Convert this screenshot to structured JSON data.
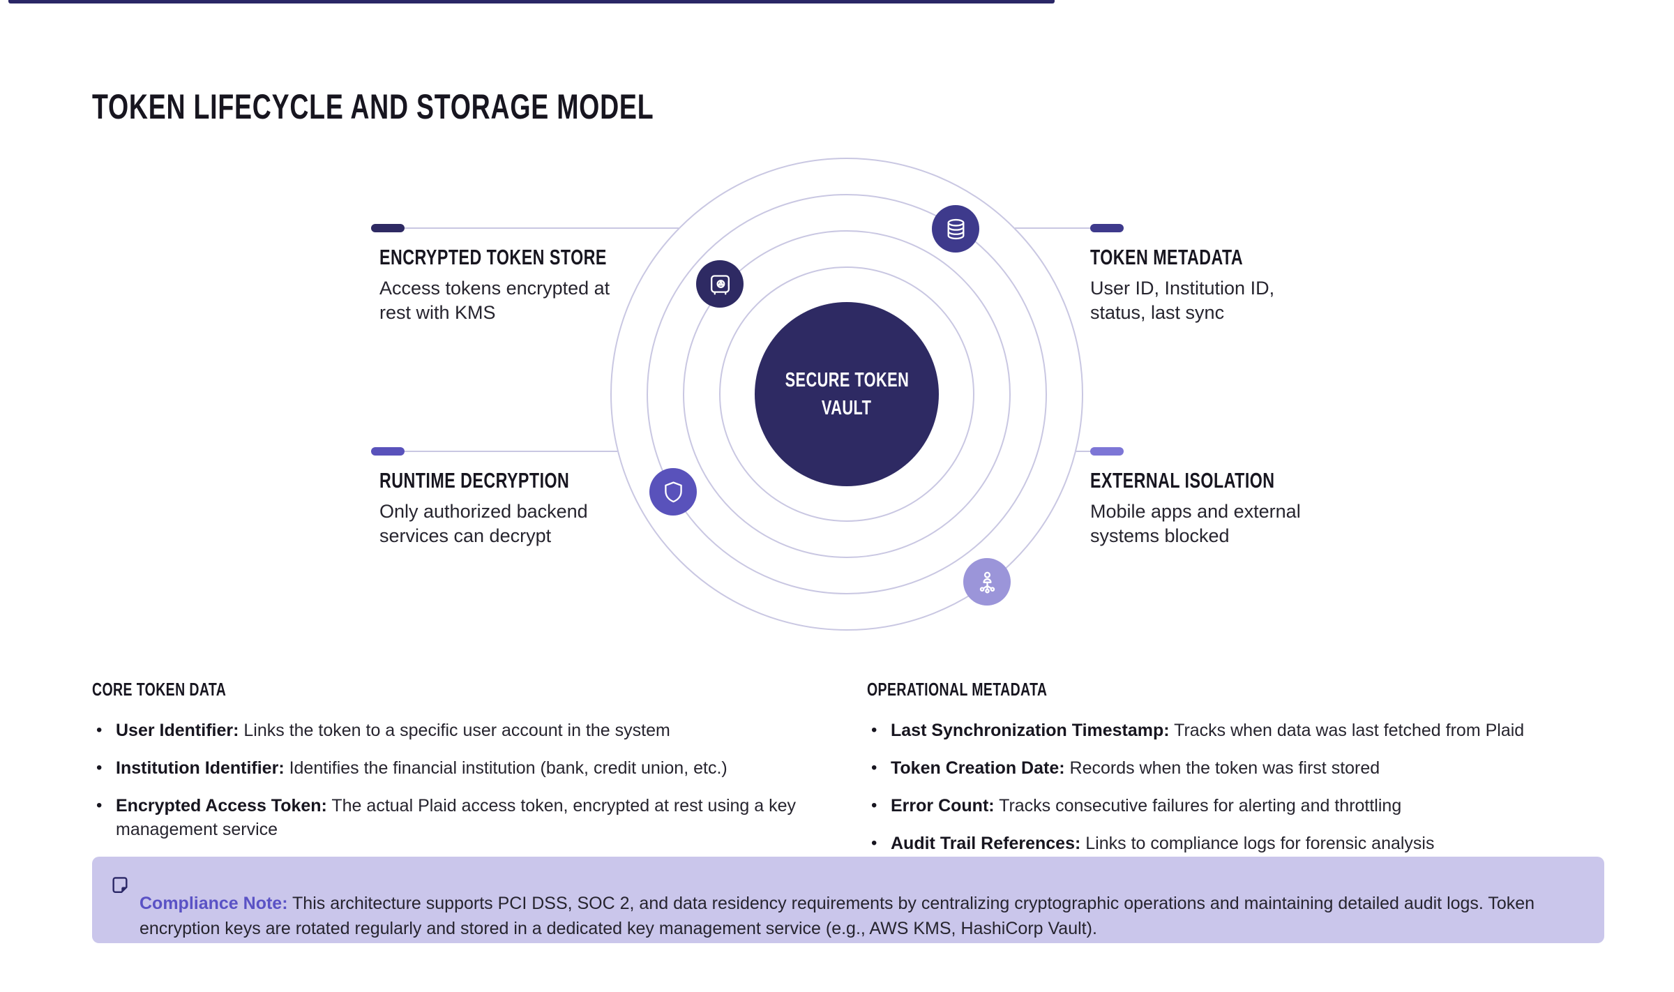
{
  "title": "TOKEN LIFECYCLE AND STORAGE MODEL",
  "colors": {
    "navy": "#2e2a63",
    "indigo": "#3e3a8c",
    "purple": "#5952bb",
    "light_purple": "#9b95d9",
    "accent_light_purple": "#7d76d6",
    "ring": "#c9c7e2",
    "note_background": "#cac6eb",
    "note_label": "#5a52c5"
  },
  "diagram": {
    "center": {
      "line1": "SECURE TOKEN",
      "line2": "VAULT"
    },
    "icons": [
      "vault-safe",
      "database",
      "shield",
      "person-network"
    ],
    "callouts": {
      "encrypted_token_store": {
        "title": "ENCRYPTED TOKEN STORE",
        "body": "Access tokens encrypted at rest with KMS"
      },
      "token_metadata": {
        "title": "TOKEN METADATA",
        "body": "User ID, Institution ID, status, last sync"
      },
      "runtime_decryption": {
        "title": "RUNTIME DECRYPTION",
        "body": "Only authorized backend services can decrypt"
      },
      "external_isolation": {
        "title": "EXTERNAL ISOLATION",
        "body": "Mobile apps and external systems blocked"
      }
    }
  },
  "sections": {
    "core": {
      "heading": "CORE TOKEN DATA",
      "items": [
        {
          "term": "User Identifier:",
          "desc": " Links the token to a specific user account in the system"
        },
        {
          "term": "Institution Identifier:",
          "desc": " Identifies the financial institution (bank, credit union, etc.)"
        },
        {
          "term": "Encrypted Access Token:",
          "desc": " The actual Plaid access token, encrypted at rest using a key management service"
        }
      ]
    },
    "operational": {
      "heading": "OPERATIONAL METADATA",
      "items": [
        {
          "term": "Last Synchronization Timestamp:",
          "desc": " Tracks when data was last fetched from Plaid"
        },
        {
          "term": "Token Creation Date:",
          "desc": " Records when the token was first stored"
        },
        {
          "term": "Error Count:",
          "desc": " Tracks consecutive failures for alerting and throttling"
        },
        {
          "term": "Audit Trail References:",
          "desc": " Links to compliance logs for forensic analysis"
        }
      ]
    }
  },
  "note": {
    "label": "Compliance Note:",
    "text": " This architecture supports PCI DSS, SOC 2, and data residency requirements by centralizing cryptographic operations and maintaining detailed audit logs. Token encryption keys are rotated regularly and stored in a dedicated key management service (e.g., AWS KMS, HashiCorp Vault)."
  }
}
